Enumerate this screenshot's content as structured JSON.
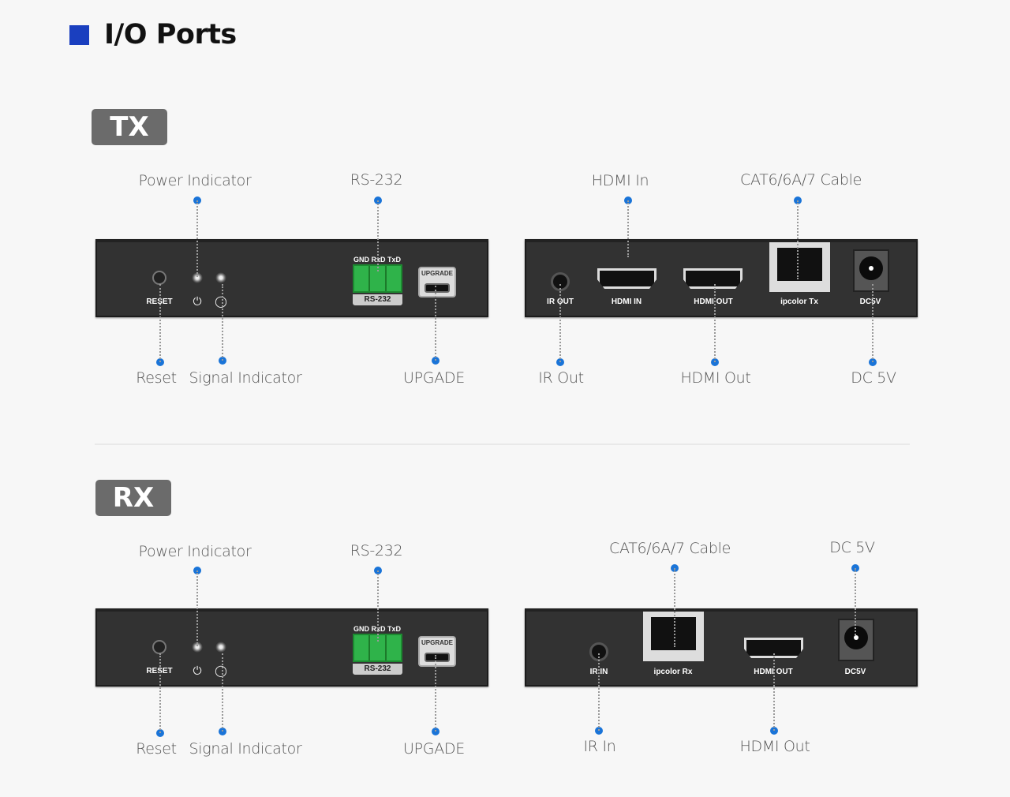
{
  "title": "I/O Ports",
  "accent": "#1a3fbf",
  "tx": {
    "badge": "TX",
    "left": {
      "top": [
        "Power Indicator",
        "RS-232"
      ],
      "bottom": [
        "Reset",
        "Signal Indicator",
        "UPGADE"
      ],
      "ports": {
        "reset": "RESET",
        "terminal": "GND RxD TxD",
        "rs232": "RS-232",
        "upgrade": "UPGRADE",
        "power_icon": "⏻",
        "signal_icon": "◯"
      }
    },
    "right": {
      "top": [
        "HDMI In",
        "CAT6/6A/7 Cable"
      ],
      "bottom": [
        "IR Out",
        "HDMI Out",
        "DC 5V"
      ],
      "ports": {
        "ir": "IR OUT",
        "hdmi_in": "HDMI IN",
        "hdmi_out": "HDMI OUT",
        "rj45": "ipcolor  Tx",
        "dc": "DC5V"
      }
    }
  },
  "rx": {
    "badge": "RX",
    "left": {
      "top": [
        "Power Indicator",
        "RS-232"
      ],
      "bottom": [
        "Reset",
        "Signal Indicator",
        "UPGADE"
      ],
      "ports": {
        "reset": "RESET",
        "terminal": "GND RxD TxD",
        "rs232": "RS-232",
        "upgrade": "UPGRADE",
        "power_icon": "⏻",
        "signal_icon": "◯"
      }
    },
    "right": {
      "top": [
        "CAT6/6A/7 Cable",
        "DC 5V"
      ],
      "bottom": [
        "IR In",
        "HDMI Out"
      ],
      "ports": {
        "ir": "IR IN",
        "rj45": "ipcolor Rx",
        "hdmi_out": "HDMI OUT",
        "dc": "DC5V"
      }
    }
  }
}
